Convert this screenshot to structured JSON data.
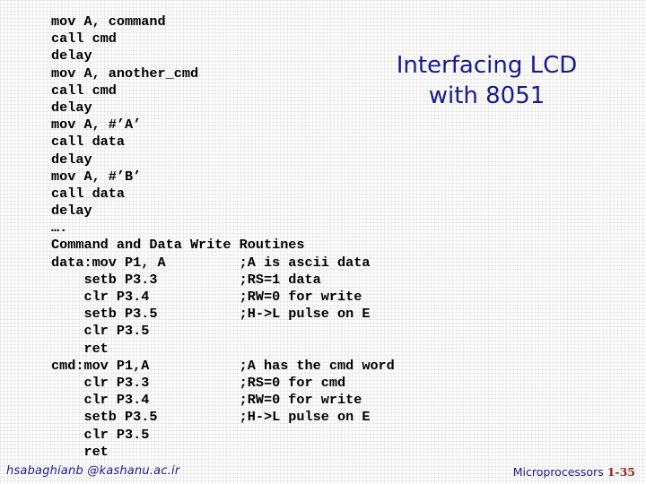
{
  "slide": {
    "title_lines": [
      "Interfacing LCD",
      "with 8051"
    ],
    "code_lines": [
      "mov A, command",
      "call cmd",
      "delay",
      "mov A, another_cmd",
      "call cmd",
      "delay",
      "mov A, #’A’",
      "call data",
      "delay",
      "mov A, #’B’",
      "call data",
      "delay",
      "….",
      "Command and Data Write Routines",
      "data:mov P1, A         ;A is ascii data",
      "    setb P3.3          ;RS=1 data",
      "    clr P3.4           ;RW=0 for write",
      "    setb P3.5          ;H->L pulse on E",
      "    clr P3.5",
      "    ret",
      "cmd:mov P1,A           ;A has the cmd word",
      "    clr P3.3           ;RS=0 for cmd",
      "    clr P3.4           ;RW=0 for write",
      "    setb P3.5          ;H->L pulse on E",
      "    clr P3.5",
      "    ret"
    ],
    "footer": {
      "email": "hsabaghianb @kashanu.ac.ir",
      "course": "Microprocessors",
      "page": "1-35"
    },
    "colors": {
      "title": "#1a1a8c",
      "footer": "#1a1a8c",
      "page_number": "#a01e1e",
      "code": "#000000"
    }
  }
}
